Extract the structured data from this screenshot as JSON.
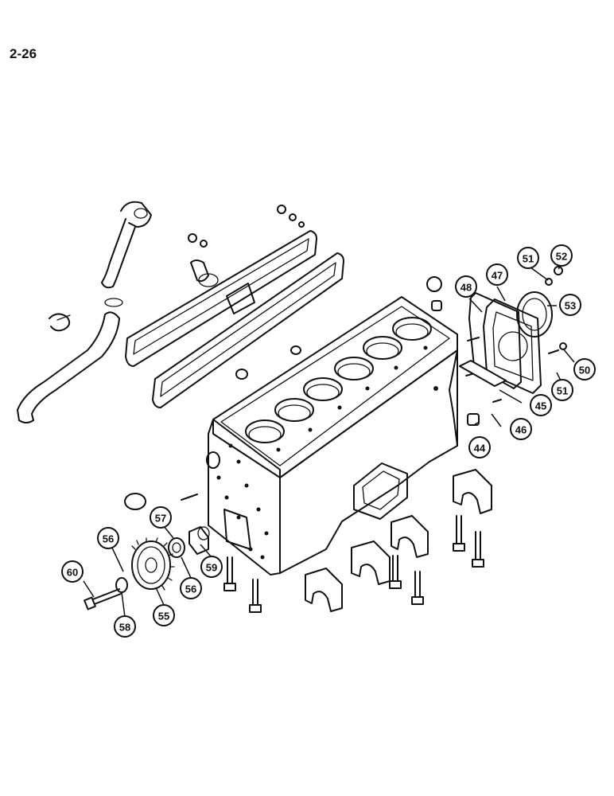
{
  "page_number": "2-26",
  "callouts": [
    "44",
    "45",
    "46",
    "47",
    "48",
    "50",
    "51",
    "51",
    "52",
    "53",
    "55",
    "56",
    "56",
    "57",
    "58",
    "59",
    "60"
  ]
}
